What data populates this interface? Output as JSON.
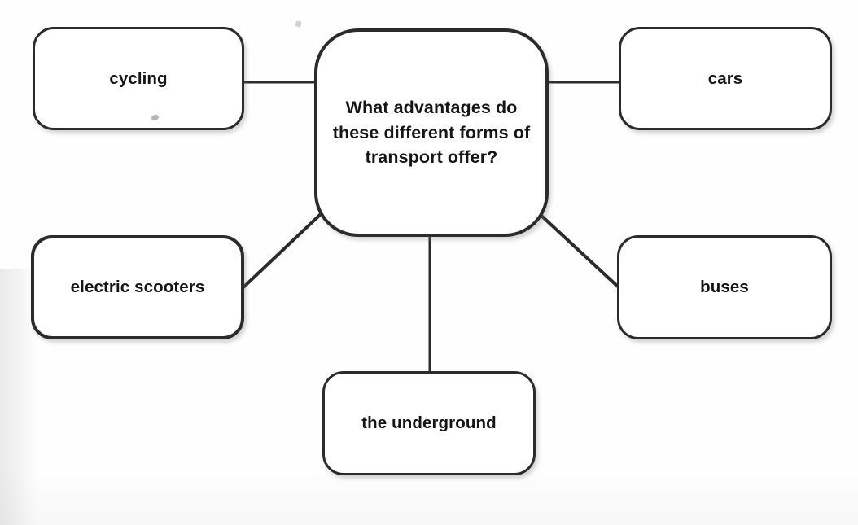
{
  "diagram": {
    "type": "mind-map",
    "title": "What advantages do these different forms of transport offer?",
    "center": {
      "id": "center",
      "label": "What advantages do these different forms of transport offer?"
    },
    "branches": [
      {
        "id": "cycling",
        "label": "cycling",
        "position": "top-left"
      },
      {
        "id": "cars",
        "label": "cars",
        "position": "top-right"
      },
      {
        "id": "electric-scooters",
        "label": "electric scooters",
        "position": "mid-left"
      },
      {
        "id": "buses",
        "label": "buses",
        "position": "mid-right"
      },
      {
        "id": "the-underground",
        "label": "the underground",
        "position": "bottom-center"
      }
    ],
    "connectors": [
      {
        "from": "center",
        "to": "cycling",
        "style": "horizontal"
      },
      {
        "from": "center",
        "to": "cars",
        "style": "horizontal"
      },
      {
        "from": "center",
        "to": "electric-scooters",
        "style": "diagonal"
      },
      {
        "from": "center",
        "to": "buses",
        "style": "diagonal"
      },
      {
        "from": "center",
        "to": "the-underground",
        "style": "vertical"
      }
    ],
    "colors": {
      "background": "#fefefe",
      "node_fill": "#ffffff",
      "node_border": "#2b2b2b",
      "connector": "#2b2b2b",
      "text": "#151515"
    }
  }
}
